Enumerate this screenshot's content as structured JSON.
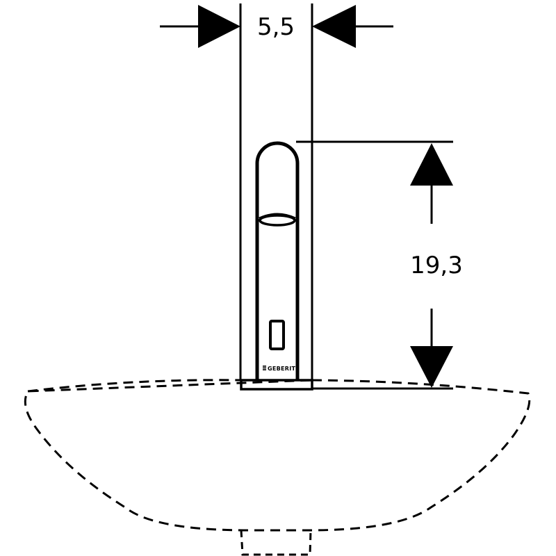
{
  "dimensions": {
    "width_label": "5,5",
    "height_label": "19,3"
  },
  "faucet": {
    "brand_label": "GEBERIT"
  },
  "colors": {
    "line": "#000000",
    "background": "#ffffff"
  }
}
